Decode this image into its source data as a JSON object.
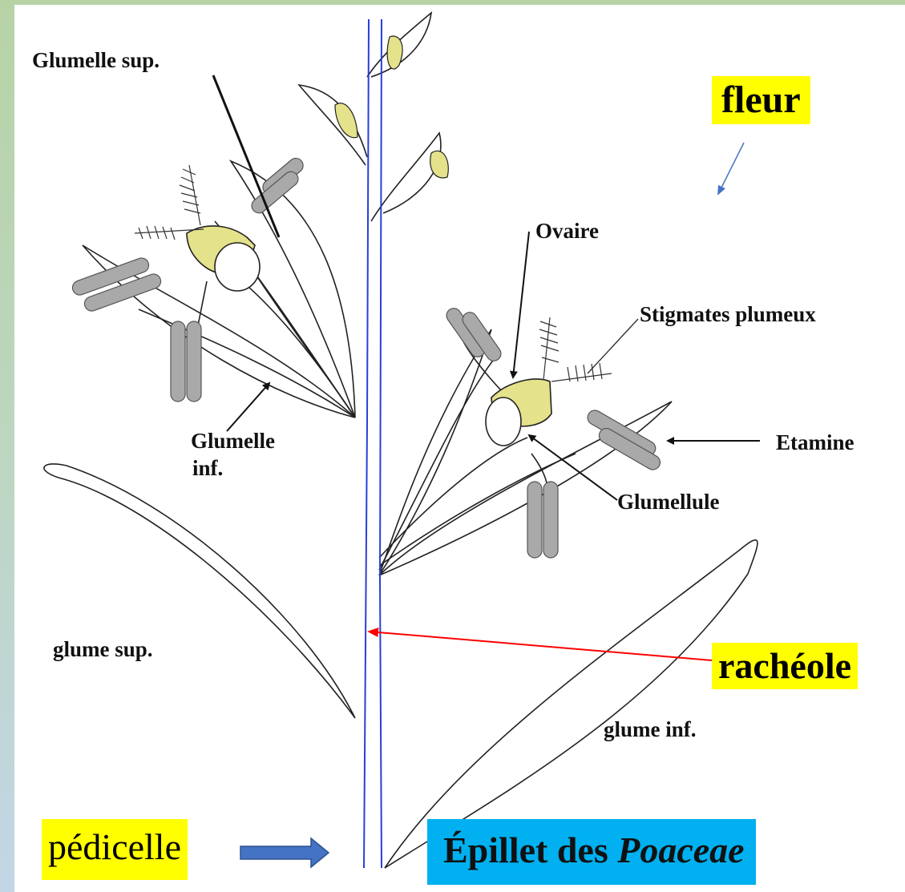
{
  "diagram": {
    "labels": {
      "glumelle_sup": "Glumelle sup.",
      "glumelle_inf_line1": "Glumelle",
      "glumelle_inf_line2": "inf.",
      "glume_sup": "glume sup.",
      "glume_inf": "glume inf.",
      "ovaire": "Ovaire",
      "stigmates": "Stigmates plumeux",
      "etamine": "Etamine",
      "glumellule": "Glumellule"
    },
    "highlights": {
      "fleur": "fleur",
      "racheole": "rachéole",
      "pedicelle": "pédicelle"
    },
    "title": {
      "prefix": "Épillet des ",
      "italic": "Poaceae"
    },
    "colors": {
      "highlight": "#ffff00",
      "title_box": "#00b0f0",
      "rachis": "#2a3fd6",
      "ovary_fill": "#e4e28a",
      "stamen_fill": "#a9a9a9",
      "red_arrow": "#ff0000",
      "blue_arrow": "#4472c4"
    }
  }
}
